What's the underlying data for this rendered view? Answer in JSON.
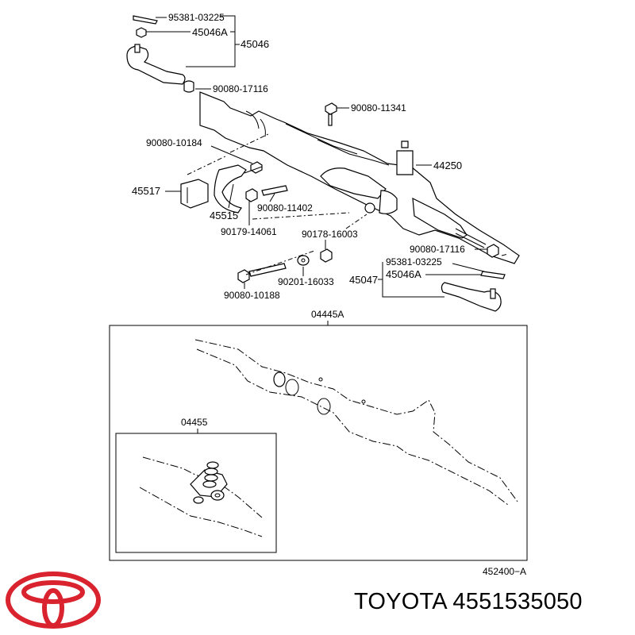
{
  "labels": {
    "p95381_top": "95381-03225",
    "p45046A_top": "45046A",
    "p45046": "45046",
    "p90080_17116_top": "90080-17116",
    "p90080_11341": "90080-11341",
    "p90080_10184": "90080-10184",
    "p44250": "44250",
    "p45517": "45517",
    "p45515": "45515",
    "p90080_11402": "90080-11402",
    "p90179_14061": "90179-14061",
    "p90178_16003": "90178-16003",
    "p90080_17116_bot": "90080-17116",
    "p95381_bot": "95381-03225",
    "p45046A_bot": "45046A",
    "p45047": "45047",
    "p90201_16033": "90201-16033",
    "p90080_10188": "90080-10188",
    "p04445A": "04445A",
    "p04455": "04455",
    "code": "452400−A"
  },
  "brand": {
    "text": "TOYOTA 4551535050",
    "logo_color": "#d9232e"
  }
}
